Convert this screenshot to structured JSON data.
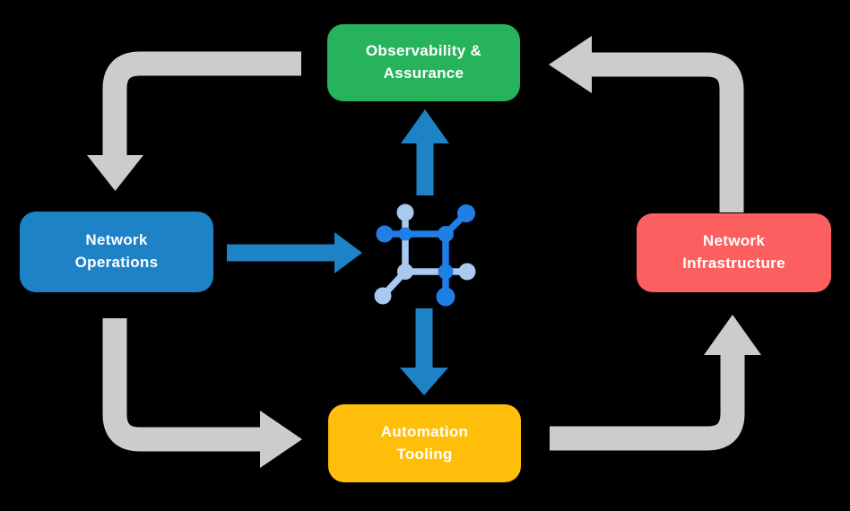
{
  "diagram_title": "Network automation closed-loop diagram",
  "colors": {
    "background": "#000000",
    "box_text": "#ffffff",
    "observability_green": "#27b35c",
    "operations_blue": "#1e82c6",
    "infrastructure_red": "#fc5f5f",
    "automation_yellow": "#ffbe0a",
    "cycle_arrow_gray": "#cccccc",
    "core_arrow_blue": "#1e82c6",
    "icon_dark_blue": "#1f7fe6",
    "icon_light_blue": "#a9c9f1"
  },
  "nodes": {
    "observability": {
      "label": "Observability &\nAssurance"
    },
    "operations": {
      "label": "Network\nOperations"
    },
    "infrastructure": {
      "label": "Network\nInfrastructure"
    },
    "automation": {
      "label": "Automation\nTooling"
    }
  },
  "arrows": {
    "cycle": [
      {
        "from": "observability",
        "to": "operations"
      },
      {
        "from": "operations",
        "to": "automation"
      },
      {
        "from": "automation",
        "to": "infrastructure"
      },
      {
        "from": "infrastructure",
        "to": "observability"
      }
    ],
    "core": [
      {
        "from": "operations",
        "to": "network-core"
      },
      {
        "from": "network-core",
        "to": "observability"
      },
      {
        "from": "network-core",
        "to": "automation"
      }
    ]
  },
  "icon": {
    "name": "network-core-icon"
  }
}
